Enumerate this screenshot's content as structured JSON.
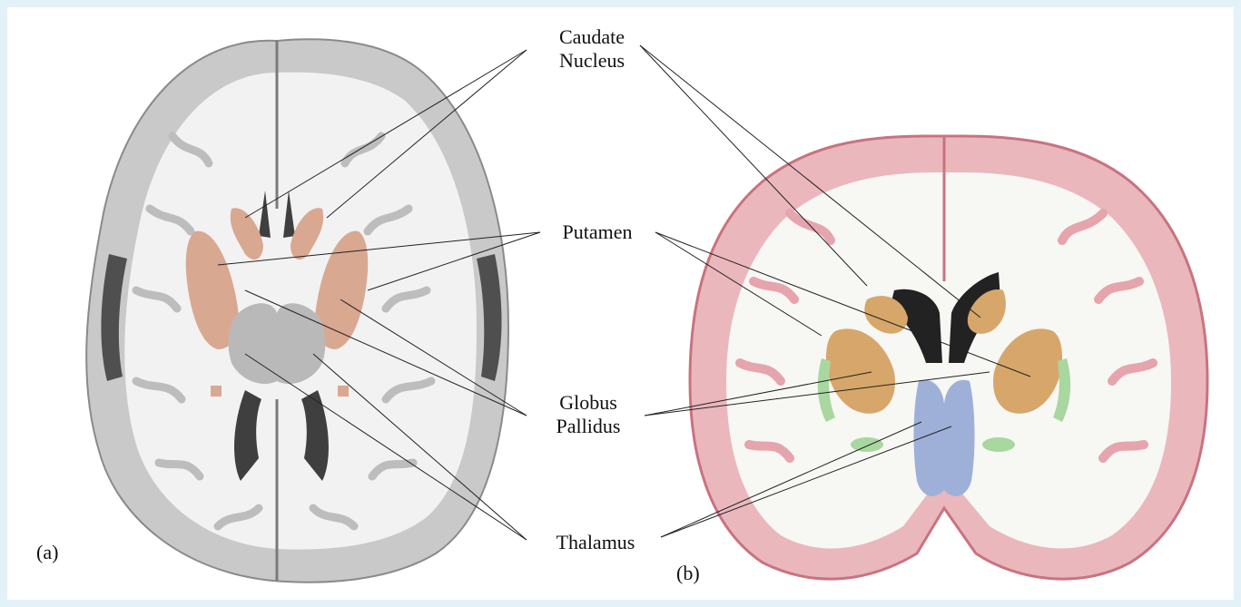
{
  "labels": {
    "caudate": "Caudate\nNucleus",
    "putamen": "Putamen",
    "globus": "Globus\nPallidus",
    "thalamus": "Thalamus"
  },
  "panels": {
    "a": "(a)",
    "b": "(b)"
  },
  "colors": {
    "background": "#e3f1f8",
    "axial_cortex": "#c9c9c9",
    "axial_white": "#f2f2f2",
    "axial_dark": "#4f4f4f",
    "striatum_axial": "#d9a891",
    "thalamus_axial": "#b9b9b9",
    "coronal_cortex": "#eab7bd",
    "coronal_white": "#f7f7f4",
    "coronal_dark": "#222222",
    "striatum_coronal": "#d7a66a",
    "thalamus_coronal": "#9fb0d8",
    "green_region": "#a8d7a0"
  }
}
